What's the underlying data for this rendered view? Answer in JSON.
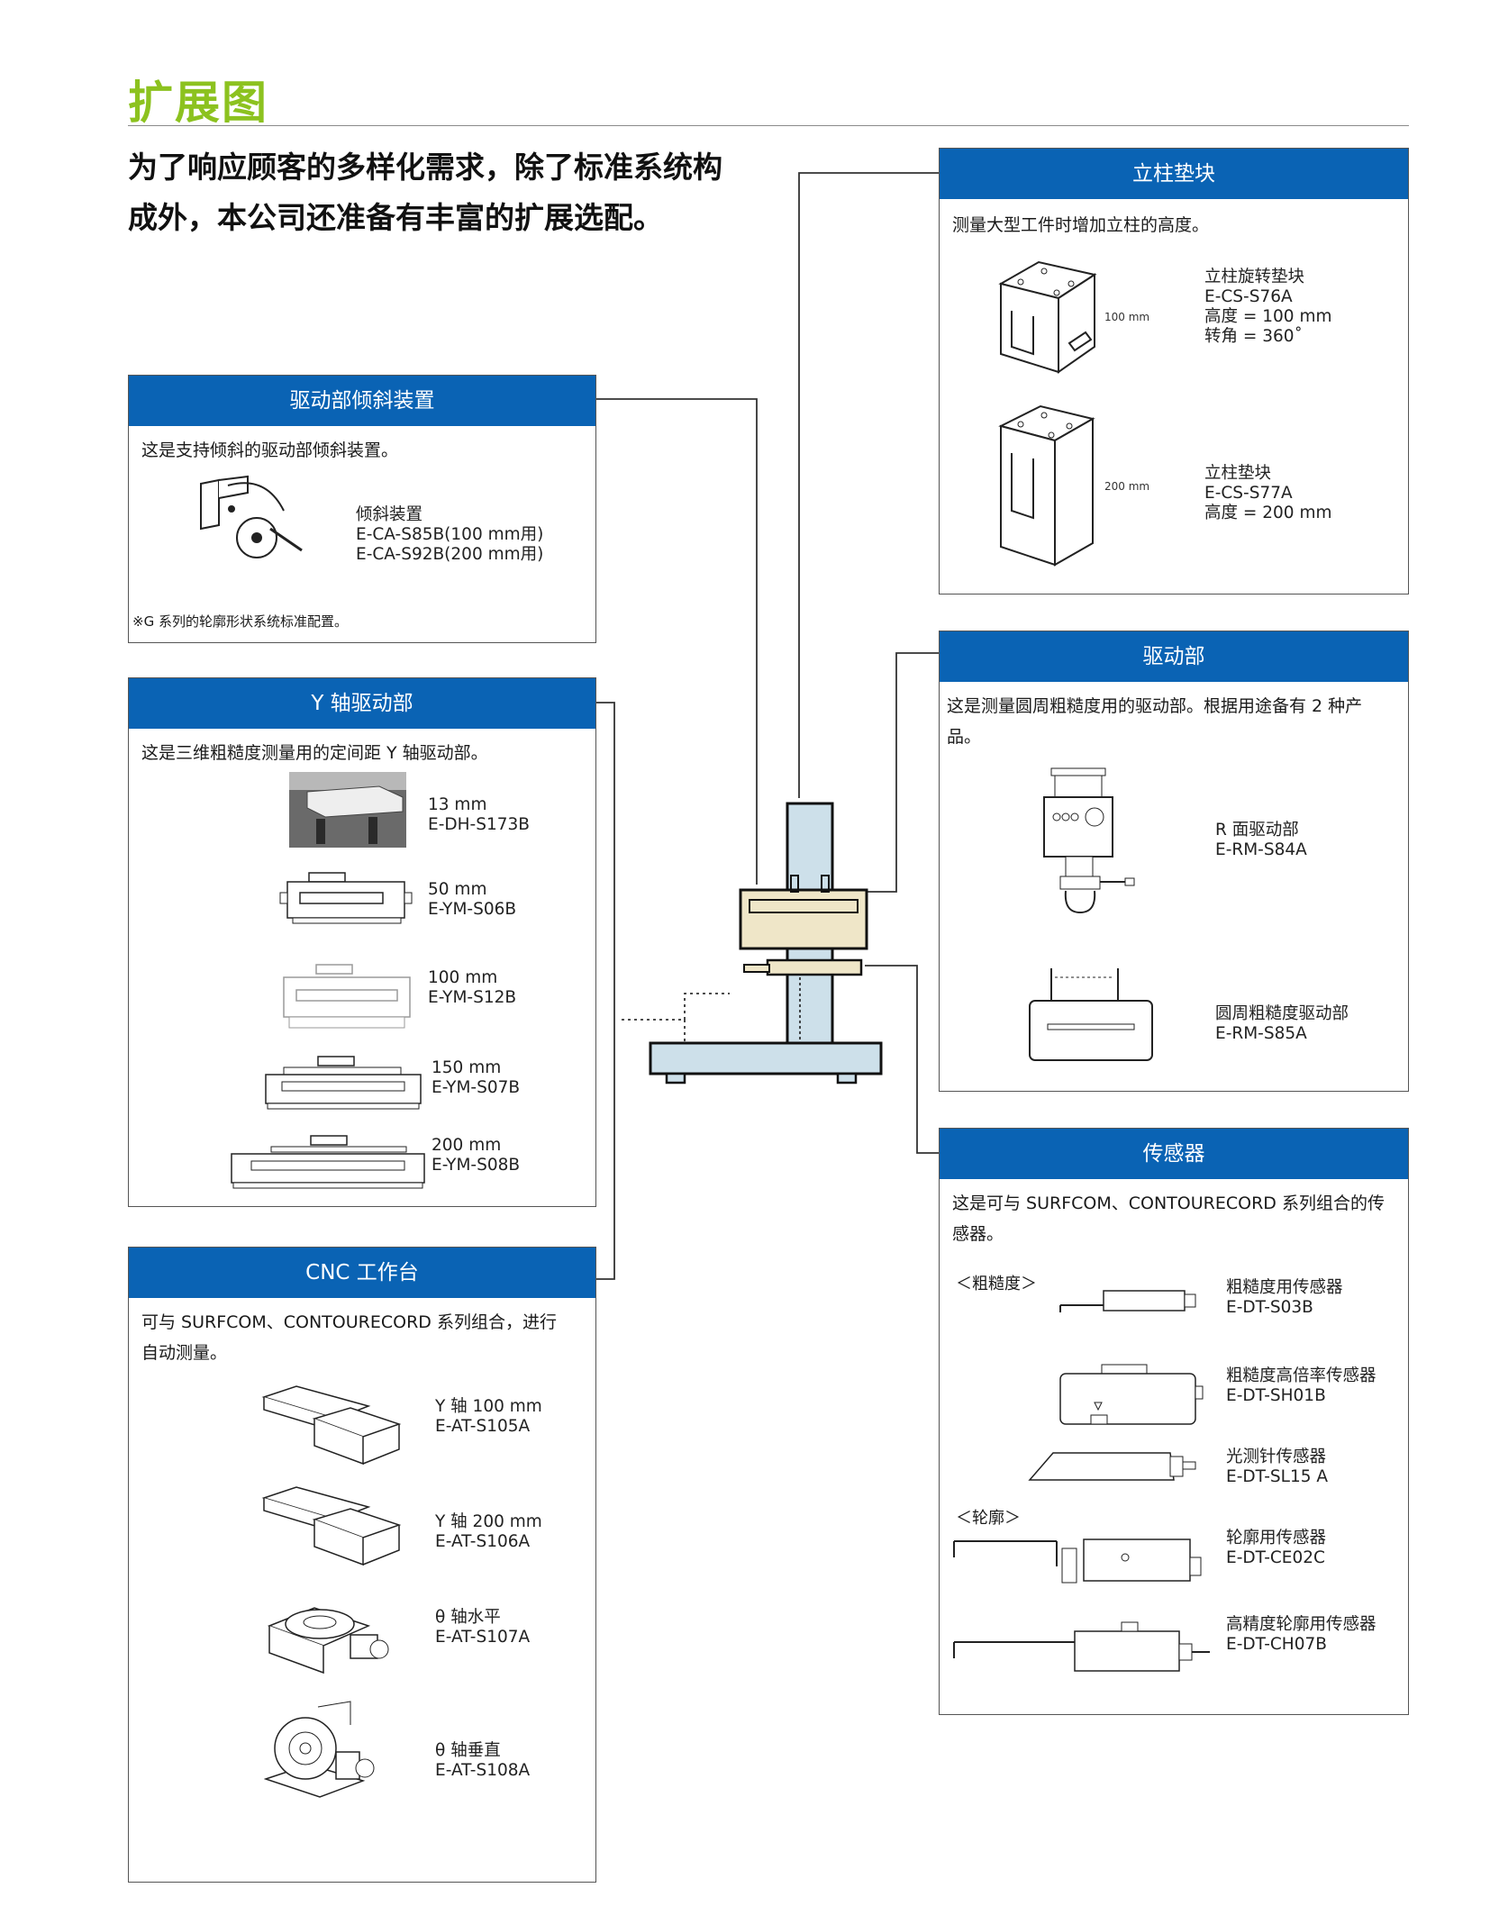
{
  "page": {
    "title": "扩展图",
    "intro_line1": "为了响应顾客的多样化需求，除了标准系统构",
    "intro_line2": "成外，本公司还准备有丰富的扩展选配。"
  },
  "column_spacer": {
    "title": "立柱垫块",
    "desc": "测量大型工件时增加立柱的高度。",
    "items": [
      {
        "name": "立柱旋转垫块",
        "code": "E-CS-S76A",
        "spec1": "高度 = 100 mm",
        "spec2": "转角 = 360˚",
        "dim": "100 mm"
      },
      {
        "name": "立柱垫块",
        "code": "E-CS-S77A",
        "spec1": "高度 = 200 mm",
        "dim": "200 mm"
      }
    ]
  },
  "tilt_unit": {
    "title": "驱动部倾斜装置",
    "desc": "这是支持倾斜的驱动部倾斜装置。",
    "item": {
      "name": "倾斜装置",
      "code1": "E-CA-S85B(100 mm用)",
      "code2": "E-CA-S92B(200 mm用)"
    },
    "note": "※G 系列的轮廓形状系统标准配置。"
  },
  "y_drive": {
    "title": "Y 轴驱动部",
    "desc": "这是三维粗糙度测量用的定间距 Y 轴驱动部。",
    "items": [
      {
        "size": "13 mm",
        "code": "E-DH-S173B"
      },
      {
        "size": "50 mm",
        "code": "E-YM-S06B"
      },
      {
        "size": "100 mm",
        "code": "E-YM-S12B"
      },
      {
        "size": "150 mm",
        "code": "E-YM-S07B"
      },
      {
        "size": "200 mm",
        "code": "E-YM-S08B"
      }
    ]
  },
  "cnc_table": {
    "title": "CNC 工作台",
    "desc1": "可与 SURFCOM、CONTOURECORD 系列组合，进行",
    "desc2": "自动测量。",
    "items": [
      {
        "name": "Y 轴 100 mm",
        "code": "E-AT-S105A"
      },
      {
        "name": "Y 轴 200 mm",
        "code": "E-AT-S106A"
      },
      {
        "name": "θ 轴水平",
        "code": "E-AT-S107A"
      },
      {
        "name": "θ 轴垂直",
        "code": "E-AT-S108A"
      }
    ]
  },
  "drive_unit": {
    "title": "驱动部",
    "desc": "这是测量圆周粗糙度用的驱动部。根据用途备有 2 种产品。",
    "items": [
      {
        "name": "R 面驱动部",
        "code": "E-RM-S84A"
      },
      {
        "name": "圆周粗糙度驱动部",
        "code": "E-RM-S85A"
      }
    ]
  },
  "sensors": {
    "title": "传感器",
    "desc1": "这是可与 SURFCOM、CONTOURECORD 系列组合的传",
    "desc2": "感器。",
    "section_roughness": "＜粗糙度＞",
    "section_contour": "＜轮廓＞",
    "items": [
      {
        "name": "粗糙度用传感器",
        "code": "E-DT-S03B"
      },
      {
        "name": "粗糙度高倍率传感器",
        "code": "E-DT-SH01B"
      },
      {
        "name": "光测针传感器",
        "code": "E-DT-SL15 A"
      },
      {
        "name": "轮廓用传感器",
        "code": "E-DT-CE02C"
      },
      {
        "name": "高精度轮廓用传感器",
        "code": "E-DT-CH07B"
      }
    ]
  },
  "colors": {
    "accent": "#8cc21f",
    "header_blue": "#0a63b4",
    "machine_blue": "#cde0ea",
    "machine_tan": "#efe6c8"
  }
}
